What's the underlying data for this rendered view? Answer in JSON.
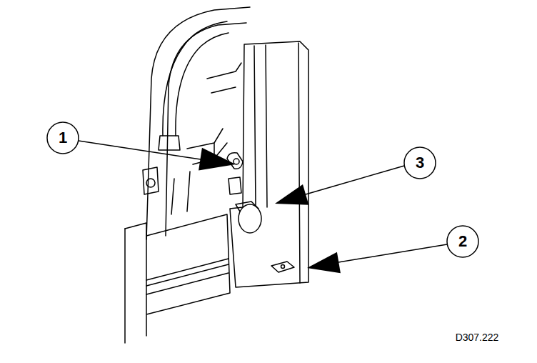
{
  "diagram": {
    "labels": [
      "1",
      "2",
      "3",
      "D307.222"
    ]
  }
}
